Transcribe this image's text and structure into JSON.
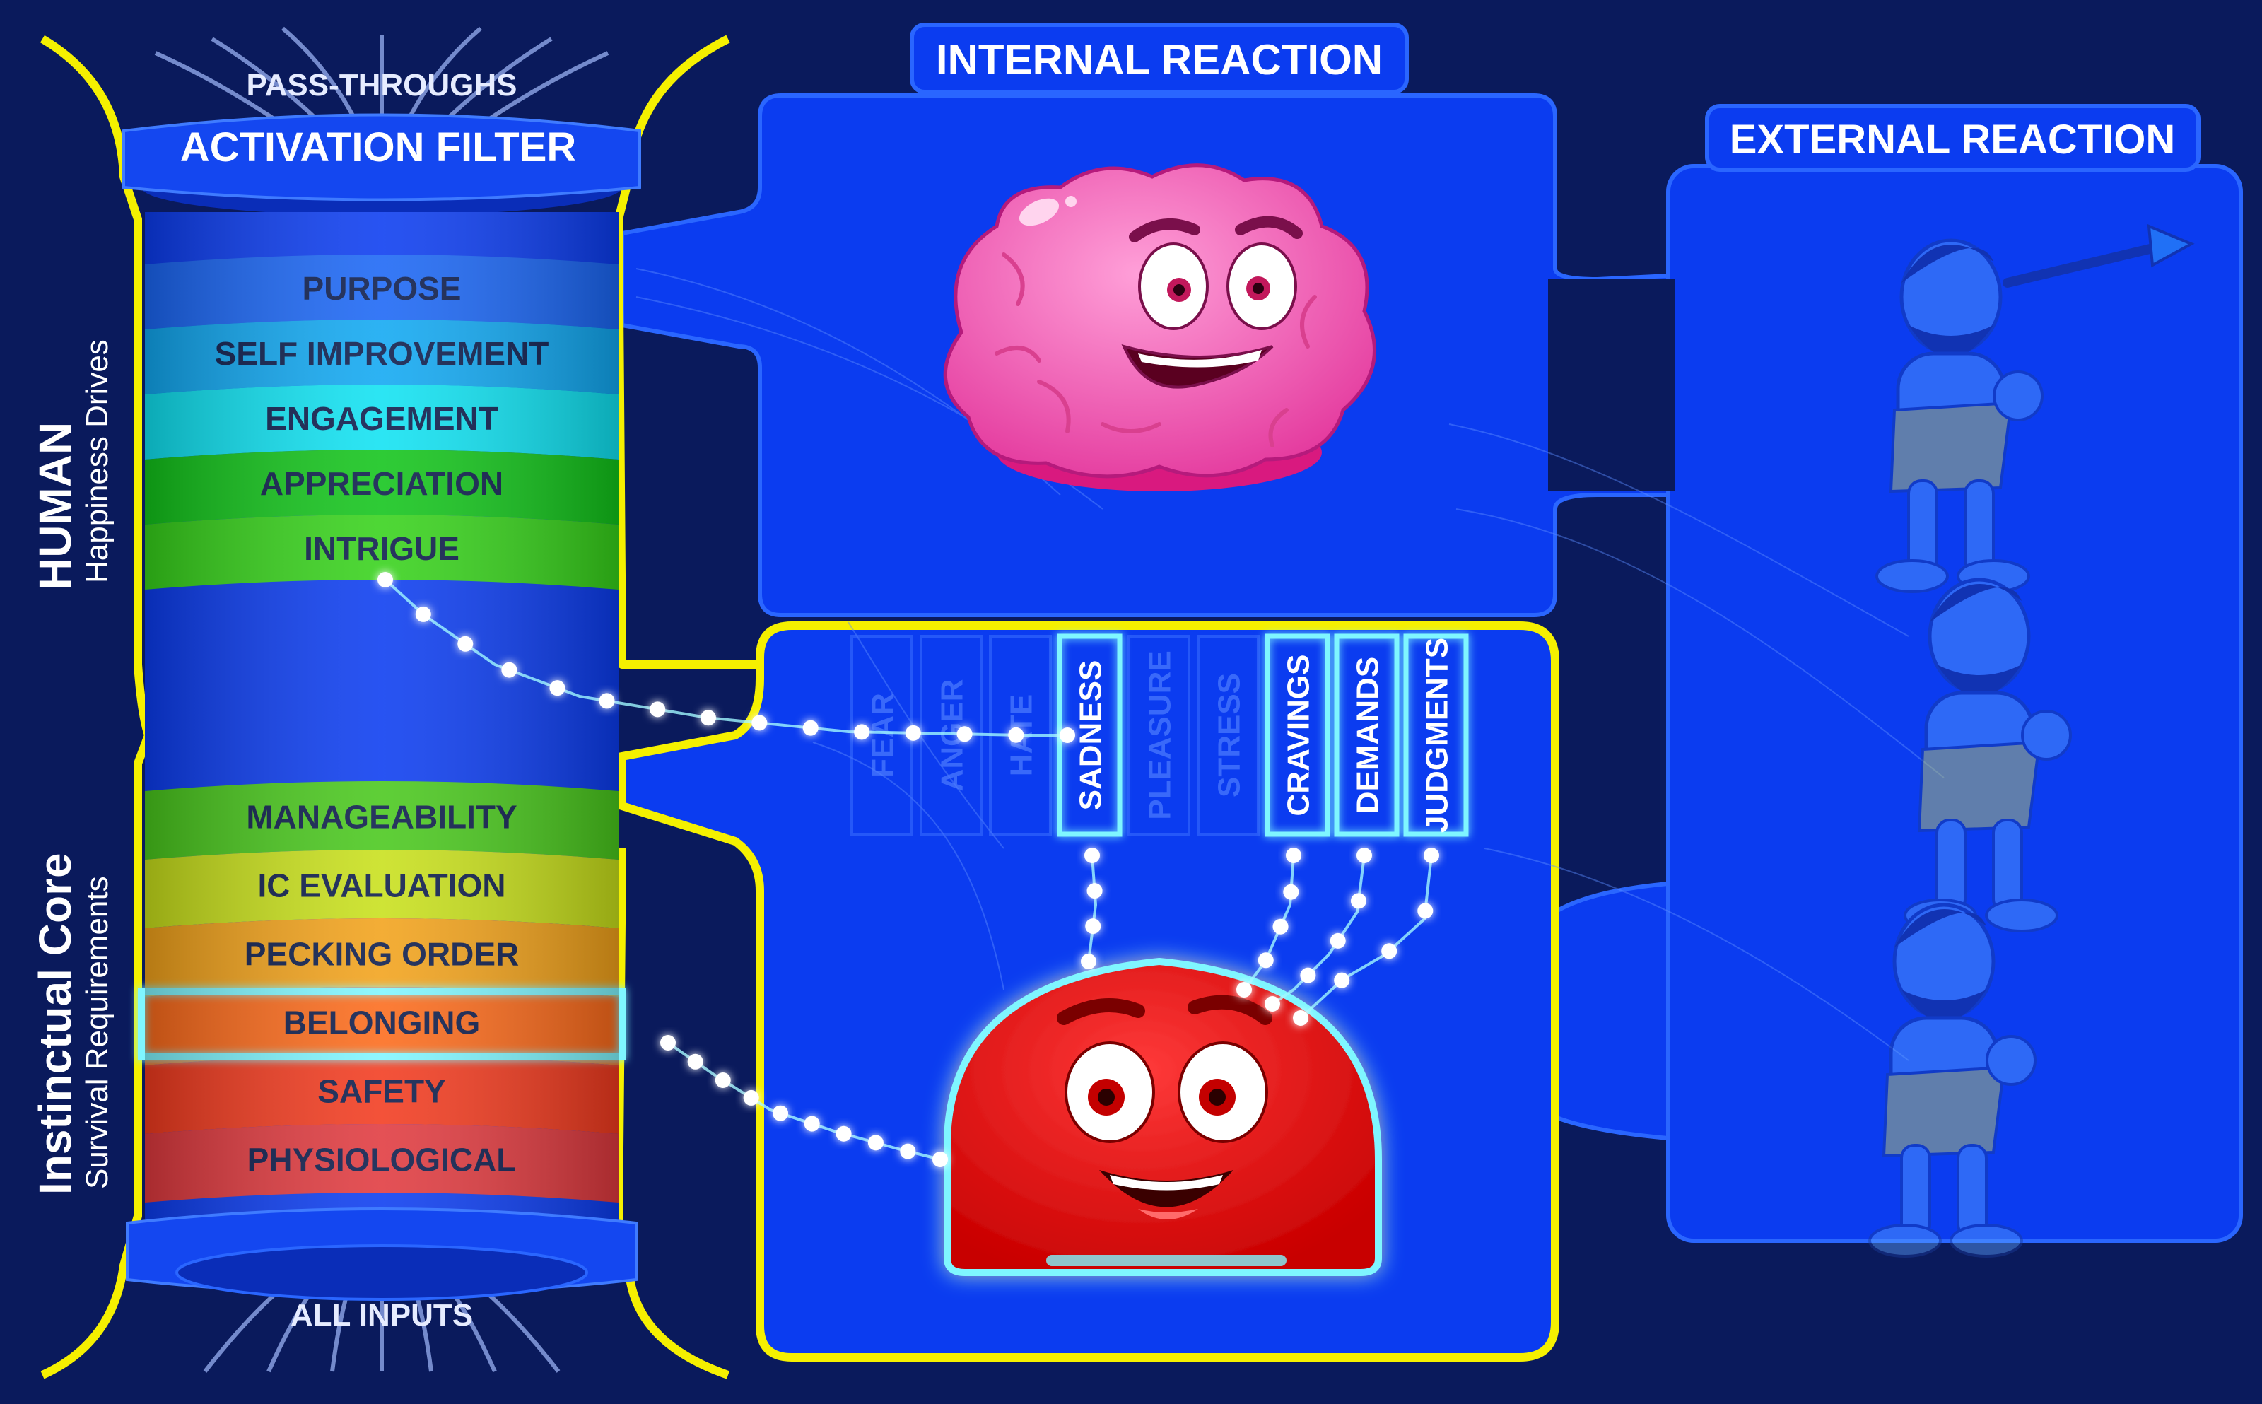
{
  "top_label": "PASS-THROUGHS",
  "bottom_label": "ALL INPUTS",
  "filter_label": "ACTIVATION FILTER",
  "side_labels": {
    "human_title": "HUMAN",
    "human_sub": "Happiness Drives",
    "core_title": "Instinctual Core",
    "core_sub": "Survival Requirements"
  },
  "happiness_drives": [
    "PURPOSE",
    "SELF IMPROVEMENT",
    "ENGAGEMENT",
    "APPRECIATION",
    "INTRIGUE"
  ],
  "instinctual_core": [
    "MANAGEABILITY",
    "IC EVALUATION",
    "PECKING ORDER",
    "BELONGING",
    "SAFETY",
    "PHYSIOLOGICAL"
  ],
  "internal_reaction": {
    "title": "INTERNAL REACTION"
  },
  "external_reaction": {
    "title": "EXTERNAL REACTION"
  },
  "emotions": [
    {
      "label": "FEAR",
      "active": false
    },
    {
      "label": "ANGER",
      "active": false
    },
    {
      "label": "HATE",
      "active": false
    },
    {
      "label": "SADNESS",
      "active": true
    },
    {
      "label": "PLEASURE",
      "active": false
    },
    {
      "label": "STRESS",
      "active": false
    },
    {
      "label": "CRAVINGS",
      "active": true
    },
    {
      "label": "DEMANDS",
      "active": true
    },
    {
      "label": "JUDGMENTS",
      "active": true
    }
  ],
  "colors": {
    "background": "#0a1a5c",
    "panel": "#0b3cf0",
    "outline_yellow": "#f5f000",
    "glow_cyan": "#7ff6ff",
    "brain_pink": "#f66fc1",
    "core_red": "#ee1111"
  }
}
